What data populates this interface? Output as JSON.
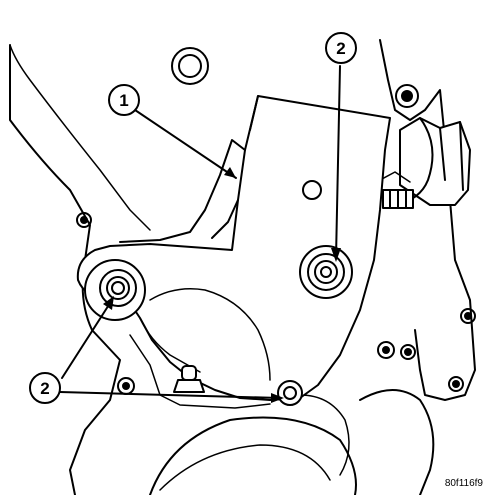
{
  "callouts": [
    {
      "id": "callout-1",
      "label": "1"
    },
    {
      "id": "callout-2-top",
      "label": "2"
    },
    {
      "id": "callout-2-bottom",
      "label": "2"
    }
  ],
  "figure_id": "80f116f9",
  "colors": {
    "line": "#000000",
    "background": "#ffffff",
    "housing_fill": "#ffffff"
  }
}
